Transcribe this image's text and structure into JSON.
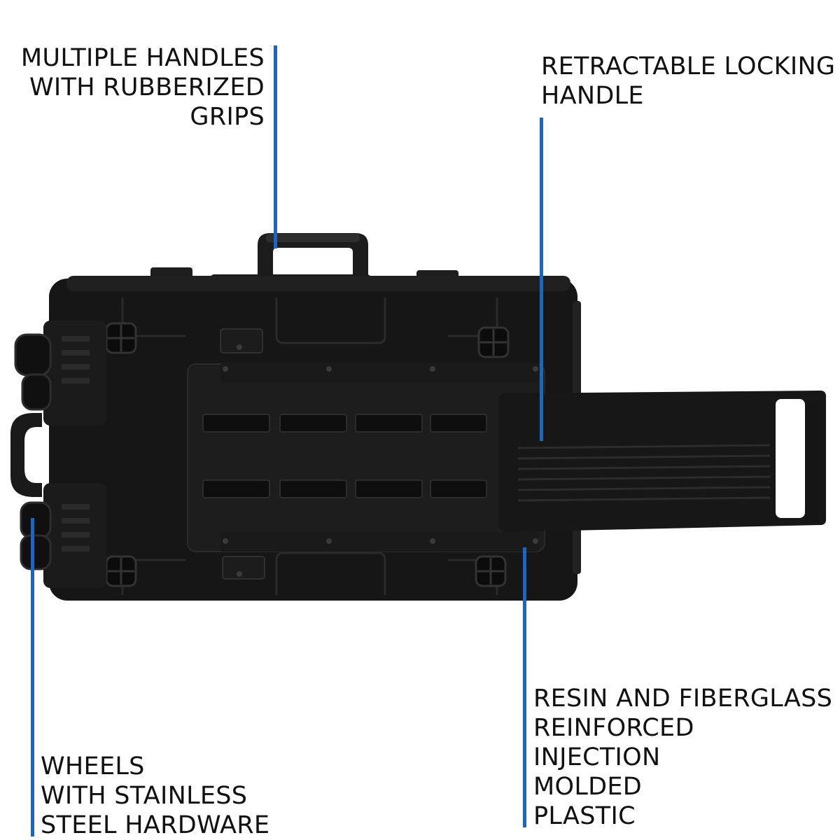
{
  "callouts": {
    "handles": {
      "lines": [
        "MULTIPLE HANDLES",
        "WITH RUBBERIZED",
        "GRIPS"
      ]
    },
    "retractable": {
      "lines": [
        "RETRACTABLE LOCKING",
        "HANDLE"
      ]
    },
    "wheels": {
      "lines": [
        "WHEELS",
        "WITH STAINLESS",
        "STEEL HARDWARE"
      ]
    },
    "material": {
      "lines": [
        "RESIN AND FIBERGLASS",
        "REINFORCED",
        "INJECTION",
        "MOLDED",
        "PLASTIC"
      ]
    }
  },
  "colors": {
    "callout_line": "#1a66c2",
    "case_body": "#161616",
    "case_detail": "#2b2b2b",
    "text": "#111111"
  },
  "icons": [
    "rolling-hard-case-photo"
  ]
}
